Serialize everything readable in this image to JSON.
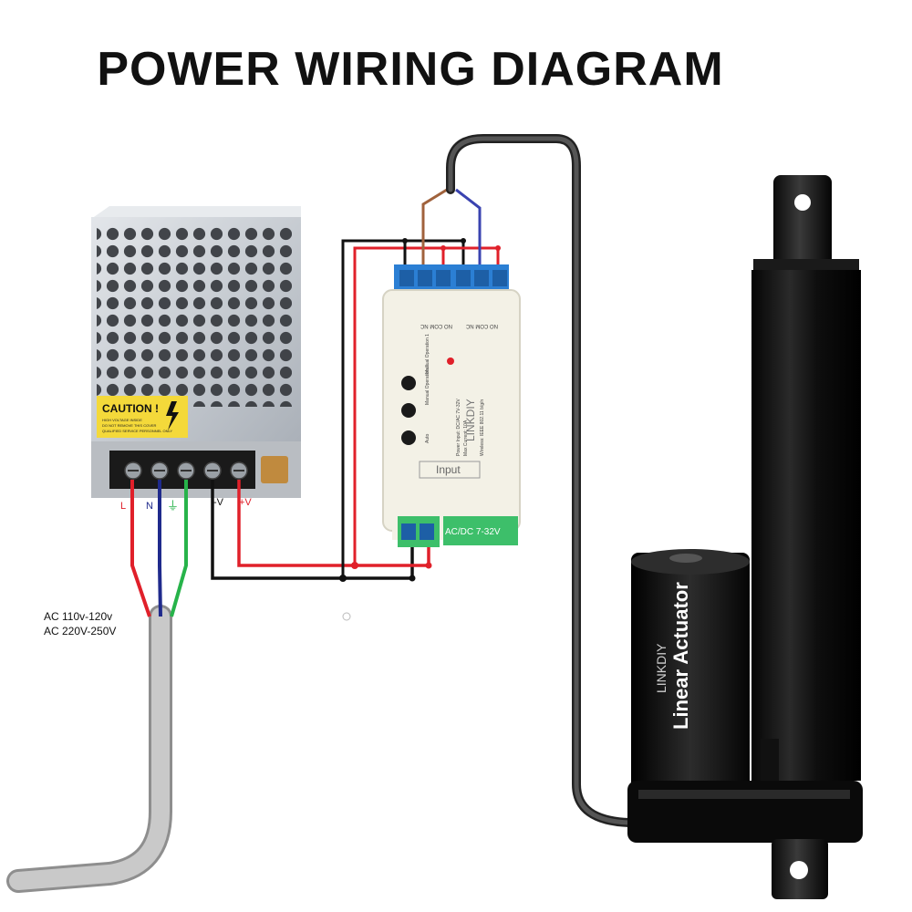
{
  "title": "POWER WIRING DIAGRAM",
  "power_supply": {
    "caution_label": "CAUTION !",
    "caution_lines": [
      "HIGH VOLTAGE INSIDE",
      "DO NOT REMOVE THIS COVER",
      "QUALIFIED SERVICE PERSONNEL ONLY"
    ],
    "terminals": [
      "L",
      "N",
      "⏚",
      "-V",
      "+V"
    ]
  },
  "controller": {
    "brand": "LINKDIY",
    "top_labels": [
      "NO COM NC",
      "NO COM NC"
    ],
    "buttons": [
      "Manual Operation 1",
      "Manual Operation 2",
      "Auto"
    ],
    "specs": [
      "Power Input: DC/AC 7V-32V",
      "Max Current: 10A",
      "Wireless: IEEE 802.11 b/g/n"
    ],
    "input_label": "Input",
    "input_range": "AC/DC 7-32V"
  },
  "ac_input": [
    "AC 110v-120v",
    "AC 220V-250V"
  ],
  "actuator": {
    "label_1": "Linear Actuator",
    "label_2": "LINKDIY"
  },
  "colors": {
    "wire_red": "#e0202a",
    "wire_black": "#111111",
    "wire_blue": "#1f2a8c",
    "wire_green": "#27b34a",
    "wire_brown": "#a0623c",
    "cable_grey": "#bcbcbc",
    "controller_body": "#f3f1e6",
    "terminal_blue": "#2b7fd4",
    "terminal_green": "#3dbf6a"
  }
}
